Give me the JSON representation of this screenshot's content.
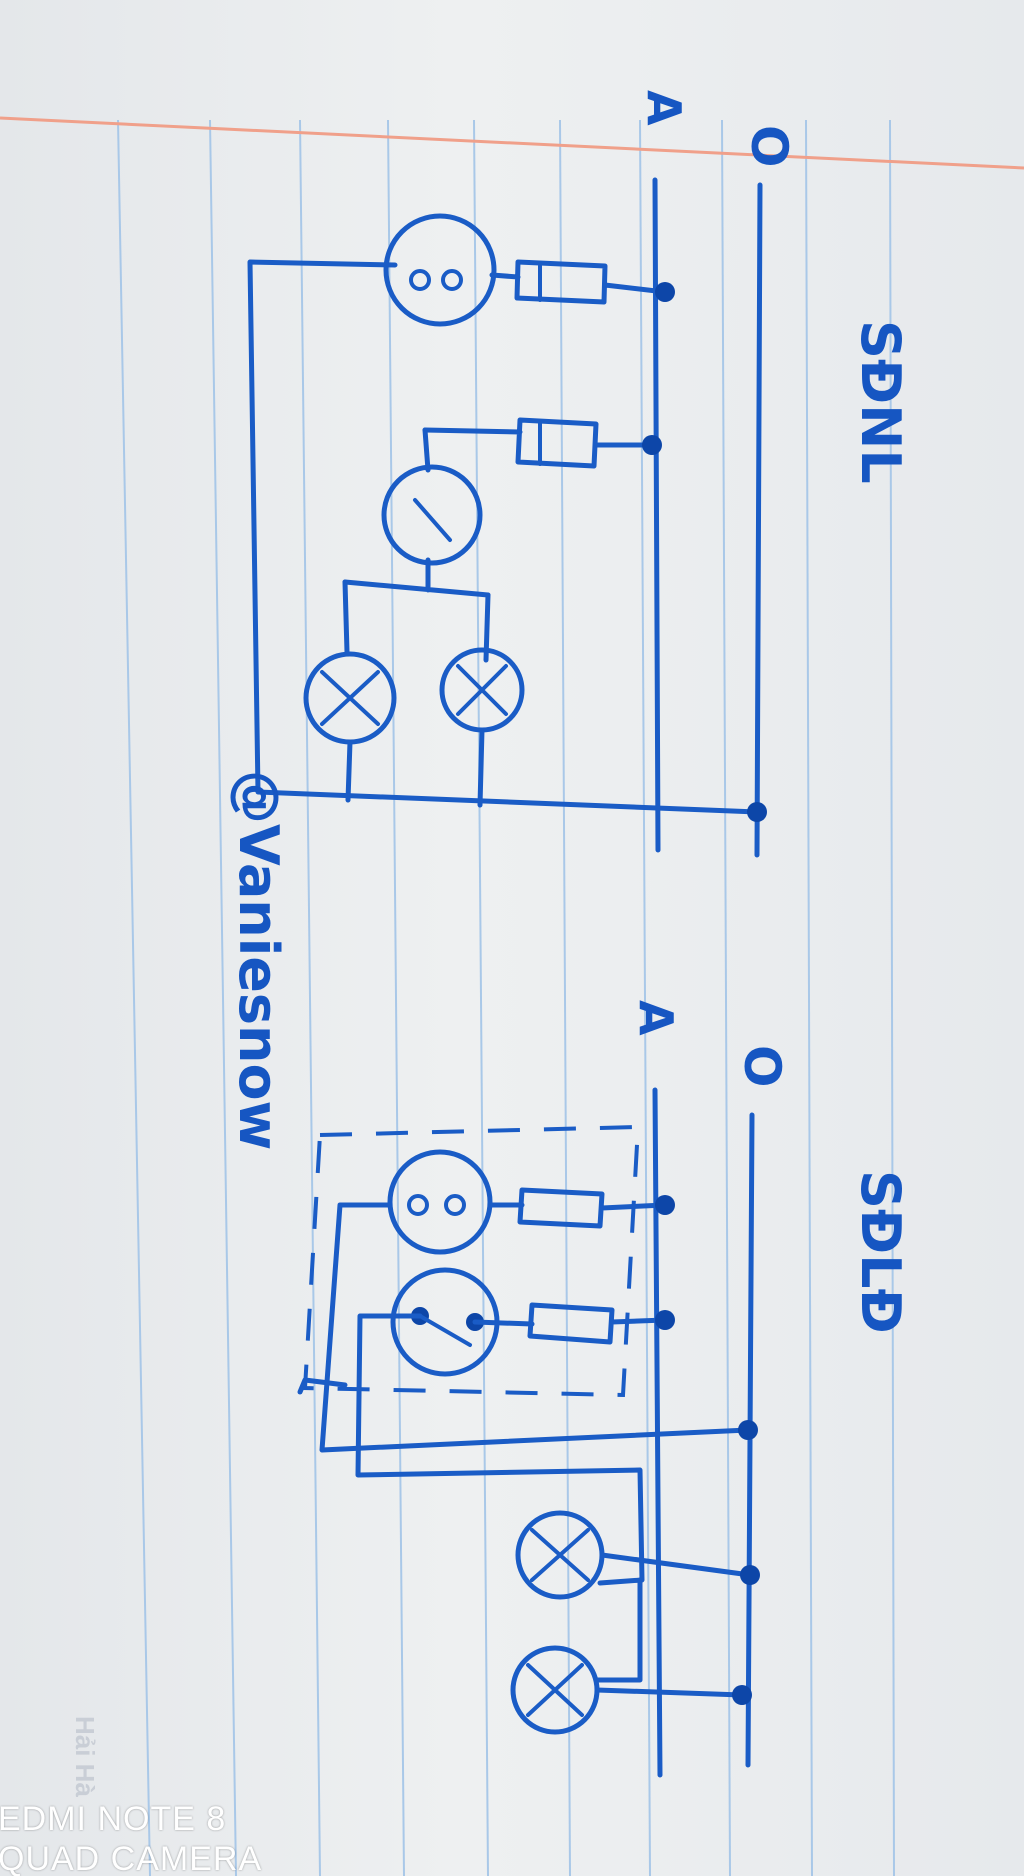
{
  "diagram_1": {
    "title": "SĐNL",
    "line_top_label": "O",
    "line_bottom_label": "A"
  },
  "diagram_2": {
    "title": "SĐLĐ",
    "line_top_label": "O",
    "line_bottom_label": "A"
  },
  "signature": "@Vaniesnow",
  "watermark": {
    "line1": "EDMI NOTE 8",
    "line2": "QUAD CAMERA"
  },
  "paper_brand": "Hải Hà",
  "colors": {
    "ink": "#1a5cc6",
    "paper": "#eceff1",
    "ruled_line": "#9fc2e6",
    "margin_line": "#f0a08a"
  }
}
